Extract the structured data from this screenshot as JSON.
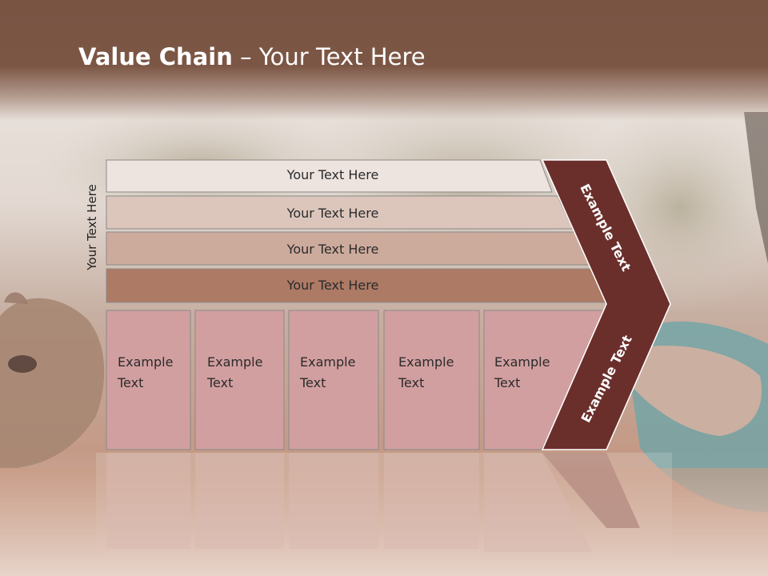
{
  "slide": {
    "title_bold": "Value Chain",
    "title_rest": " – Your Text Here",
    "side_label": "Your Text Here"
  },
  "bars": [
    {
      "label": "Your Text Here",
      "color": "#ede3df"
    },
    {
      "label": "Your Text Here",
      "color": "#dcc6bc"
    },
    {
      "label": "Your Text Here",
      "color": "#cdab9c"
    },
    {
      "label": "Your Text Here",
      "color": "#ad7a65"
    }
  ],
  "columns": [
    {
      "line1": "Example",
      "line2": "Text"
    },
    {
      "line1": "Example",
      "line2": "Text"
    },
    {
      "line1": "Example",
      "line2": "Text"
    },
    {
      "line1": "Example",
      "line2": "Text"
    },
    {
      "line1": "Example",
      "line2": "Text"
    }
  ],
  "chevron": {
    "upper_label": "Example Text",
    "lower_label": "Example Text",
    "color": "#6b2f2b"
  },
  "colors": {
    "column_fill": "#d29fa0",
    "title_band": "#7a5443"
  }
}
